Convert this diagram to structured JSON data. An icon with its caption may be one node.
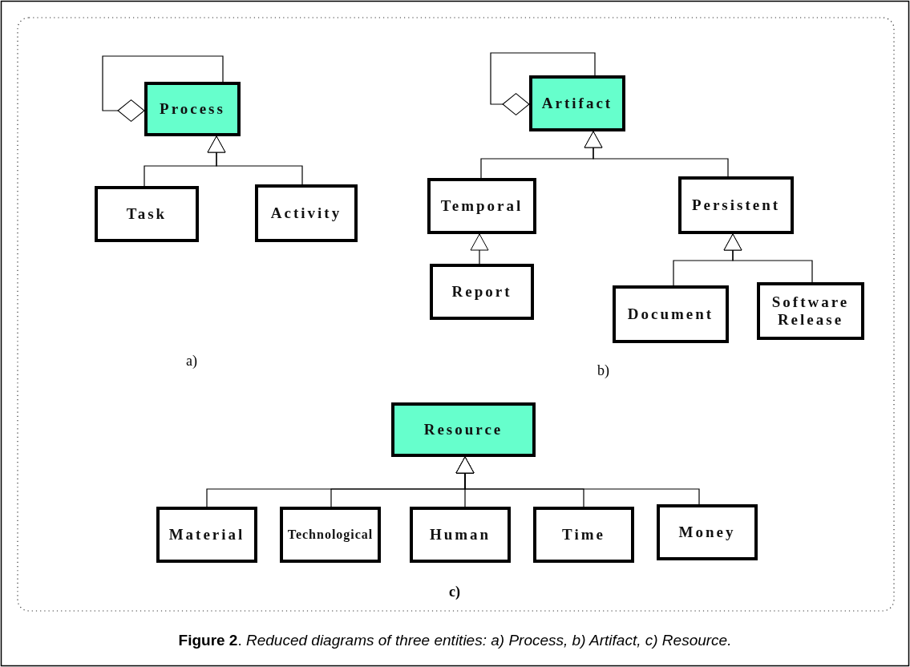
{
  "diagram": {
    "caption": "**Figure 2**. *Reduced diagrams of three entities: a) Process, b) Artifact, c) Resource.*",
    "nodes": [
      {
        "text": [
          "Process"
        ]
      },
      {
        "text": [
          "Task"
        ]
      },
      {
        "text": [
          "Activity"
        ]
      },
      {
        "text": [
          "Artifact"
        ]
      },
      {
        "text": [
          "Temporal"
        ]
      },
      {
        "text": [
          "Persistent"
        ]
      },
      {
        "text": [
          "Report"
        ]
      },
      {
        "text": [
          "Document"
        ]
      },
      {
        "text": [
          "Software Release"
        ]
      },
      {
        "text": [
          "Resource"
        ]
      },
      {
        "text": [
          "Material"
        ]
      },
      {
        "text": [
          "Technological"
        ]
      },
      {
        "text": [
          "Human"
        ]
      },
      {
        "text": [
          "Time"
        ]
      },
      {
        "text": [
          "Money"
        ]
      }
    ],
    "edges": [
      {
        "from": 0,
        "to": 0,
        "arrow": "other"
      },
      {
        "from": 1,
        "to": 0,
        "arrow": "to"
      },
      {
        "from": 2,
        "to": 0,
        "arrow": "to"
      },
      {
        "from": 3,
        "to": 3,
        "arrow": "other"
      },
      {
        "from": 4,
        "to": 3,
        "arrow": "to"
      },
      {
        "from": 5,
        "to": 3,
        "arrow": "to"
      },
      {
        "from": 6,
        "to": 4,
        "arrow": "to"
      },
      {
        "from": 7,
        "to": 5,
        "arrow": "to"
      },
      {
        "from": 8,
        "to": 5,
        "arrow": "to"
      },
      {
        "from": 10,
        "to": 9,
        "arrow": "to"
      },
      {
        "from": 11,
        "to": 9,
        "arrow": "to"
      },
      {
        "from": 12,
        "to": 9,
        "arrow": "to"
      },
      {
        "from": 13,
        "to": 9,
        "arrow": "to"
      },
      {
        "from": 14,
        "to": 9,
        "arrow": "to"
      }
    ],
    "labels": [
      "a)",
      "b)",
      "c)"
    ]
  }
}
